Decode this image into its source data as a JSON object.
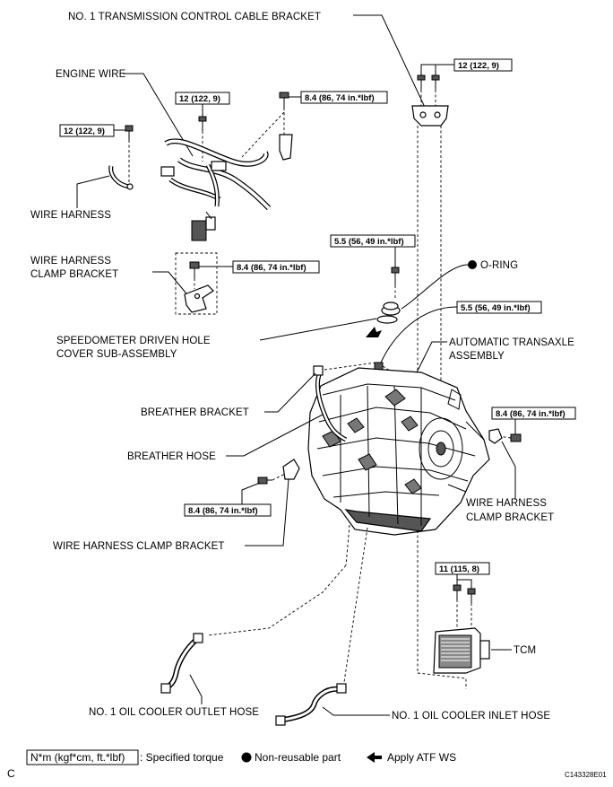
{
  "labels": {
    "no1_transmission_control_cable_bracket": "NO. 1 TRANSMISSION CONTROL CABLE BRACKET",
    "engine_wire": "ENGINE WIRE",
    "wire_harness": "WIRE HARNESS",
    "wire_harness_clamp_bracket_line1": "WIRE HARNESS",
    "wire_harness_clamp_bracket_line2": "CLAMP BRACKET",
    "o_ring": "O-RING",
    "speedometer_line1": "SPEEDOMETER DRIVEN HOLE",
    "speedometer_line2": "COVER SUB-ASSEMBLY",
    "automatic_transaxle_line1": "AUTOMATIC TRANSAXLE",
    "automatic_transaxle_line2": "ASSEMBLY",
    "breather_bracket": "BREATHER BRACKET",
    "breather_hose": "BREATHER HOSE",
    "wire_harness_clamp_bracket_right_line1": "WIRE HARNESS",
    "wire_harness_clamp_bracket_right_line2": "CLAMP BRACKET",
    "wire_harness_clamp_bracket_bottom": "WIRE HARNESS CLAMP BRACKET",
    "tcm": "TCM",
    "no1_oil_cooler_outlet_hose": "NO. 1 OIL COOLER OUTLET HOSE",
    "no1_oil_cooler_inlet_hose": "NO. 1 OIL COOLER INLET HOSE"
  },
  "torques": {
    "t12_top_right": "12 (122, 9)",
    "t12_engine_wire": "12 (122, 9)",
    "t84_top": "8.4 (86, 74 in.*lbf)",
    "t12_wire_harness": "12 (122, 9)",
    "t84_clamp": "8.4 (86, 74 in.*lbf)",
    "t55_speedometer": "5.5 (56, 49 in.*lbf)",
    "t55_mid": "5.5 (56, 49 in.*lbf)",
    "t84_right": "8.4 (86, 74 in.*lbf)",
    "t84_left": "8.4 (86, 74 in.*lbf)",
    "t11_tcm": "11 (115, 8)"
  },
  "legend": {
    "unit_box": "N*m (kgf*cm, ft.*lbf)",
    "specified_torque": ": Specified torque",
    "non_reusable": "Non-reusable part",
    "apply_atf": "Apply ATF WS"
  },
  "corner_left": "C",
  "figure_code": "C143328E01",
  "icons": {
    "non_reusable": "filled-circle-icon",
    "apply": "filled-arrow-icon"
  }
}
